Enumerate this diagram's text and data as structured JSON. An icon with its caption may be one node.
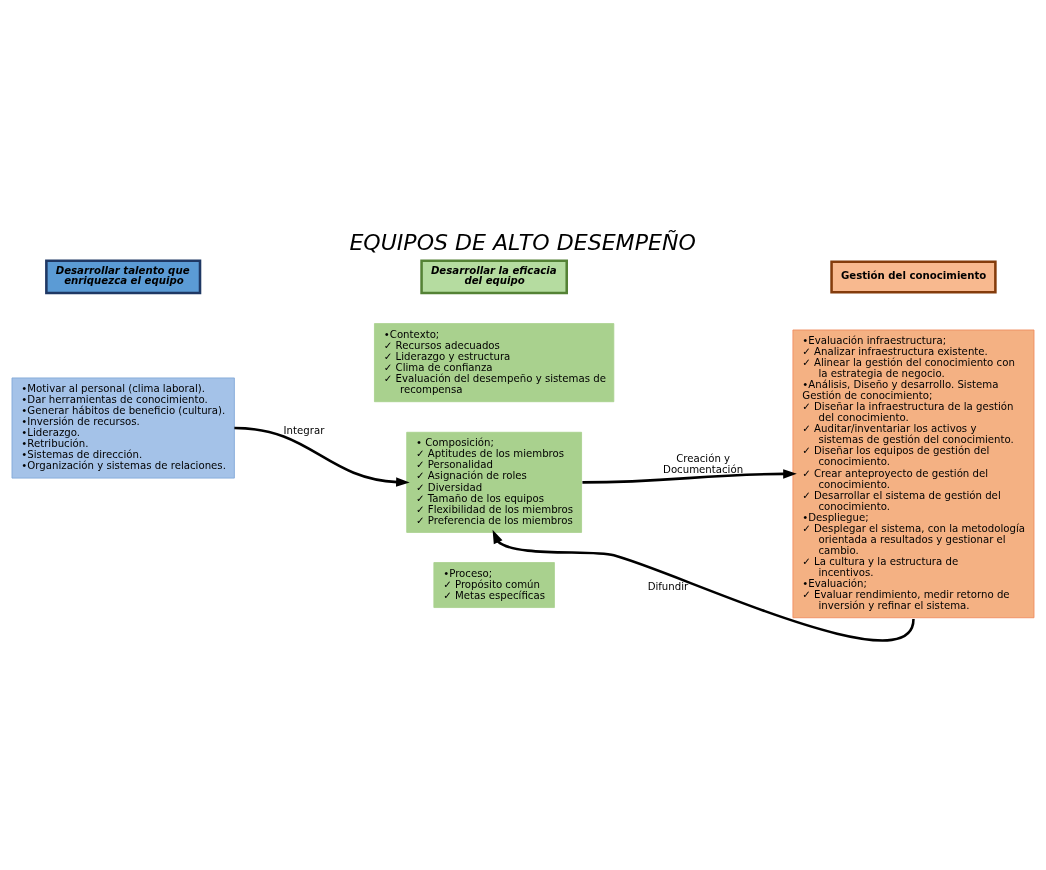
{
  "diagram": {
    "title": "EQUIPOS DE ALTO DESEMPEÑO",
    "nodes": [
      {
        "text": [
          "Desarrollar talento que enriquezca el equipo"
        ]
      },
      {
        "text": [
          "•Motivar al personal (clima laboral).",
          "•Dar herramientas de conocimiento.",
          "•Generar hábitos de beneficio (cultura).",
          "•Inversión de recursos.",
          "•Liderazgo.",
          "•Retribución.",
          "•Sistemas de dirección.",
          "•Organización y sistemas de relaciones."
        ]
      },
      {
        "text": [
          "Desarrollar la eficacia del equipo"
        ]
      },
      {
        "text": [
          "•Contexto;",
          "✓ Recursos adecuados",
          "✓ Liderazgo y estructura",
          "✓ Clima de confianza",
          "✓ Evaluación del desempeño y sistemas de recompensa"
        ]
      },
      {
        "text": [
          "• Composición;",
          "✓ Aptitudes de los miembros",
          "✓ Personalidad",
          "✓ Asignación de roles",
          "✓ Diversidad",
          "✓ Tamaño de los equipos",
          "✓ Flexibilidad de los miembros",
          "✓ Preferencia de los miembros"
        ]
      },
      {
        "text": [
          "•Proceso;",
          "✓ Propósito común",
          "✓ Metas específicas"
        ]
      },
      {
        "text": [
          "Gestión del conocimiento"
        ]
      },
      {
        "text": [
          "•Evaluación infraestructura;",
          "✓ Analizar infraestructura existente.",
          "✓ Alinear la gestión del conocimiento con la estrategia de negocio.",
          "•Análisis, Diseño y desarrollo. Sistema Gestión de conocimiento;",
          "✓ Diseñar la infraestructura de la gestión del conocimiento.",
          "✓ Auditar/inventariar los activos y sistemas de gestión del conocimiento.",
          "✓ Diseñar los equipos de gestión del conocimiento.",
          "✓ Crear anteproyecto de gestión del conocimiento.",
          "✓ Desarrollar el sistema de gestión del conocimiento.",
          "•Despliegue;",
          "✓ Desplegar el sistema, con la metodología orientada a resultados y gestionar el cambio.",
          "✓ La cultura y la estructura de incentivos.",
          "•Evaluación;",
          "✓ Evaluar rendimiento, medir retorno de inversión y refinar el sistema."
        ]
      }
    ],
    "edges": [
      {
        "from": 1,
        "to": 4,
        "arrow": "to",
        "label": "Integrar"
      },
      {
        "from": 4,
        "to": 7,
        "arrow": "to",
        "label": "Creación y Documentación"
      },
      {
        "from": 7,
        "to": 4,
        "arrow": "to",
        "label": "Difundir"
      }
    ]
  }
}
